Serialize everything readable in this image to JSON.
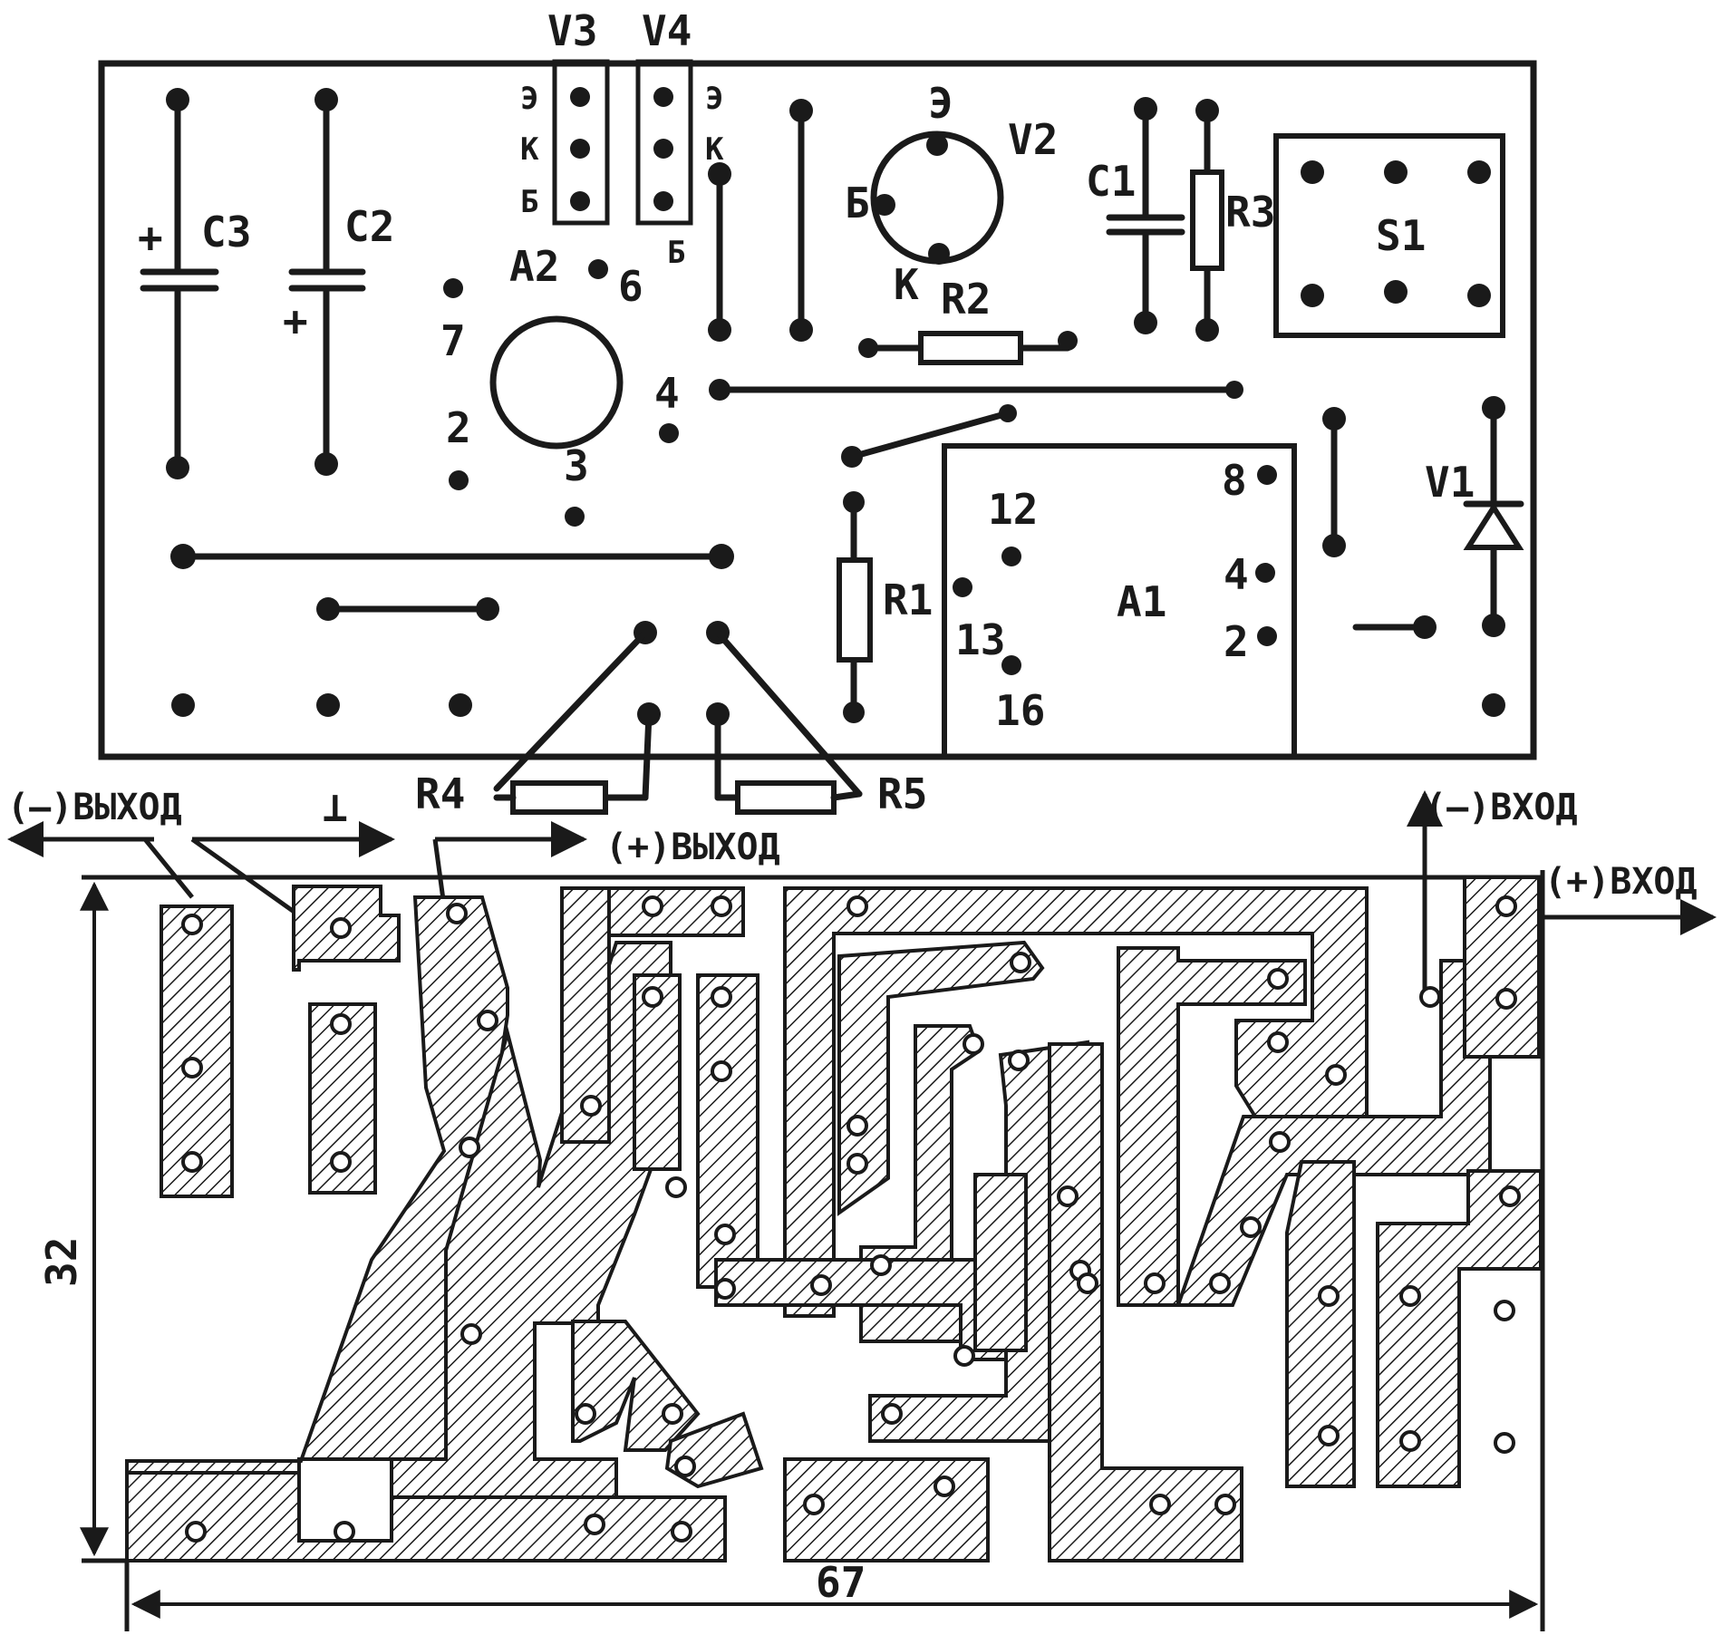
{
  "labels": {
    "v3": "V3",
    "v4": "V4",
    "e": "Э",
    "k": "К",
    "b": "Б",
    "c3": "C3",
    "c2": "C2",
    "c1": "C1",
    "plus": "+",
    "a2": "A2",
    "a2_pin6": "6",
    "a2_pin7": "7",
    "a2_pin2": "2",
    "a2_pin3": "3",
    "a2_pin4": "4",
    "v2": "V2",
    "v2_e": "Э",
    "v2_b": "Б",
    "v2_k": "К",
    "r1": "R1",
    "r2": "R2",
    "r3": "R3",
    "r4": "R4",
    "r5": "R5",
    "s1": "S1",
    "v1": "V1",
    "a1": "A1",
    "a1_pin8": "8",
    "a1_pin12": "12",
    "a1_pin4": "4",
    "a1_pin13": "13",
    "a1_pin2": "2",
    "a1_pin16": "16"
  },
  "connections": {
    "out_minus": "(–)ВЫХОД",
    "ground": "⊥",
    "out_plus": "(+)ВЫХОД",
    "in_minus": "(–)ВХОД",
    "in_plus": "(+)ВХОД"
  },
  "dimensions": {
    "width": "67",
    "height": "32"
  },
  "colors": {
    "ink": "#1a1a1a",
    "paper": "#ffffff"
  }
}
